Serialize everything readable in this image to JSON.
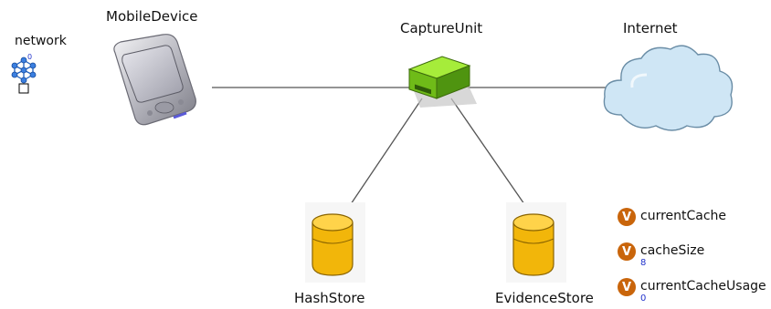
{
  "network": {
    "label": "network",
    "badge": "0"
  },
  "nodes": {
    "mobile_device": {
      "label": "MobileDevice"
    },
    "capture_unit": {
      "label": "CaptureUnit"
    },
    "internet": {
      "label": "Internet"
    },
    "hash_store": {
      "label": "HashStore"
    },
    "evidence_store": {
      "label": "EvidenceStore"
    }
  },
  "variables": [
    {
      "badge": "V",
      "name": "currentCache",
      "value": ""
    },
    {
      "badge": "V",
      "name": "cacheSize",
      "value": "8"
    },
    {
      "badge": "V",
      "name": "currentCacheUsage",
      "value": "0"
    }
  ],
  "colors": {
    "capture_unit_green": "#7ed321",
    "cloud_blue": "#cfe6f5",
    "store_gold": "#f2b60a",
    "variable_badge": "#c9650b",
    "variable_value": "#2233cc"
  }
}
